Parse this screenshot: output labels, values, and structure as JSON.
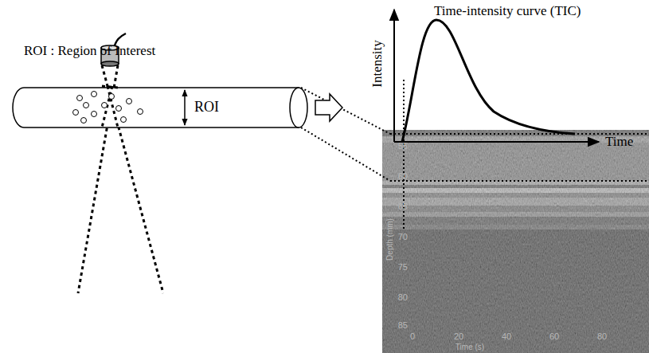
{
  "diagram": {
    "nodes": [
      {
        "text": [
          "ROI"
        ]
      }
    ],
    "labels": [
      "ROI : Region of Interest",
      "Time-intensity curve (TIC)",
      "Intensity",
      "Time",
      "55",
      "60",
      "65",
      "70",
      "75",
      "80",
      "85",
      "0",
      "20",
      "40",
      "60",
      "80",
      "Depth (mm)",
      "Time (s)"
    ]
  }
}
